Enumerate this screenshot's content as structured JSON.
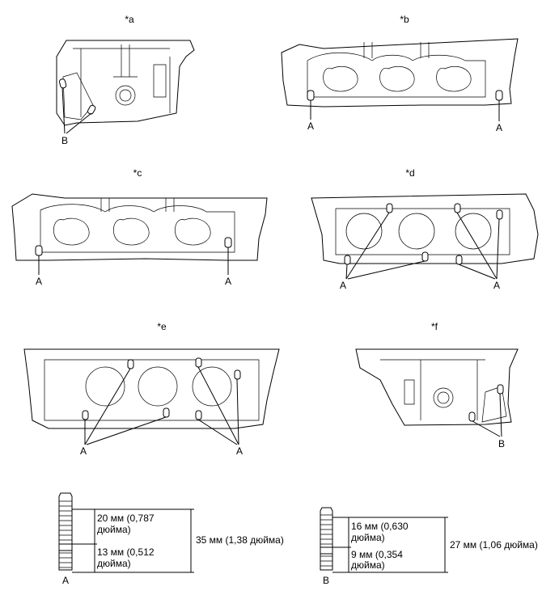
{
  "views": [
    {
      "id": "a",
      "label": "*a",
      "pins": [
        "B"
      ]
    },
    {
      "id": "b",
      "label": "*b",
      "pins": [
        "A",
        "A"
      ]
    },
    {
      "id": "c",
      "label": "*c",
      "pins": [
        "A",
        "A"
      ]
    },
    {
      "id": "d",
      "label": "*d",
      "pins": [
        "A",
        "A"
      ]
    },
    {
      "id": "e",
      "label": "*e",
      "pins": [
        "A",
        "A"
      ]
    },
    {
      "id": "f",
      "label": "*f",
      "pins": [
        "B"
      ]
    }
  ],
  "studs": [
    {
      "name": "A",
      "upper": "20 мм (0,787",
      "upper2": "дюйма)",
      "lower": "13 мм (0,512",
      "lower2": "дюйма)",
      "total": "35 мм (1,38 дюйма)"
    },
    {
      "name": "B",
      "upper": "16 мм (0,630",
      "upper2": "дюйма)",
      "lower": "9 мм (0,354",
      "lower2": "дюйма)",
      "total": "27 мм (1,06 дюйма)"
    }
  ]
}
